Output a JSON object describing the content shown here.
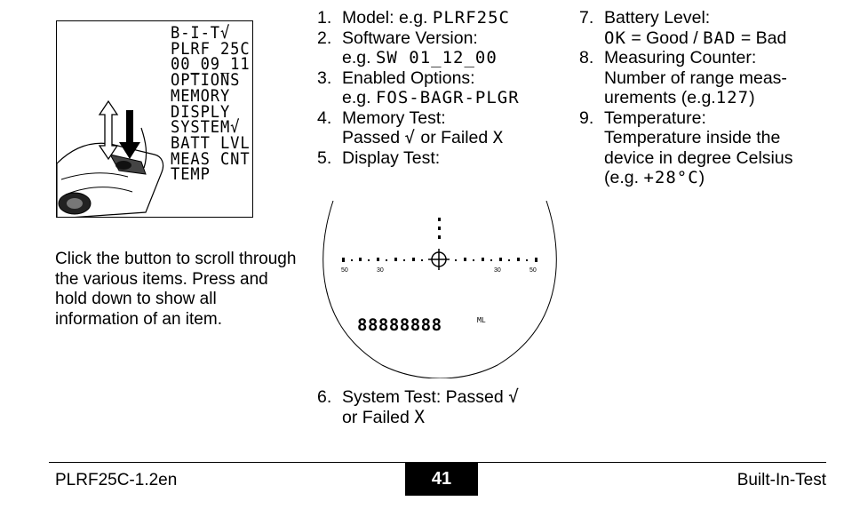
{
  "menu_items": [
    "B-I-T√",
    "PLRF 25C",
    "00_09_11",
    "OPTIONS",
    "MEMORY",
    "DISPLY",
    "SYSTEM√",
    "BATT LVL",
    "MEAS CNT",
    "TEMP"
  ],
  "left_caption": "Click the button to scroll through the various items. Press and hold down to show all information of an item.",
  "items": {
    "i1": {
      "num": "1.",
      "text": "Model: e.g.",
      "code": "PLRF25C"
    },
    "i2": {
      "num": "2.",
      "text": "Software Version:",
      "prefix": "e.g.",
      "code": "SW 01_12_00"
    },
    "i3": {
      "num": "3.",
      "text": "Enabled Options:",
      "prefix": "e.g.",
      "code": "FOS-BAGR-PLGR"
    },
    "i4": {
      "num": "4.",
      "text": "Memory Test:",
      "passed": "Passed",
      "or_failed": "or Failed",
      "check": "√",
      "cross": "X"
    },
    "i5": {
      "num": "5.",
      "text": "Display Test:"
    },
    "i6": {
      "num": "6.",
      "text": "System Test: Passed",
      "or_failed": "or Failed",
      "check": "√",
      "cross": "X"
    },
    "i7": {
      "num": "7.",
      "text": "Battery Level:",
      "ok_code": "OK",
      "ok_text": "= Good /",
      "bad_code": "BAD",
      "bad_text": "= Bad"
    },
    "i8": {
      "num": "8.",
      "text": "Measuring Counter:",
      "line2": "Number of range meas-",
      "line3_pre": "urements (e.g.",
      "code": "127",
      "line3_post": ")"
    },
    "i9": {
      "num": "9.",
      "text": "Temperature:",
      "line2": "Temperature inside the",
      "line3": "device in degree Celsius",
      "line4_pre": "(e.g.",
      "code": "+28°C",
      "line4_post": ")"
    }
  },
  "display_test": {
    "scale_labels": [
      "50",
      "30",
      "30",
      "50"
    ],
    "segment_row": "88888888",
    "segment_suffix": "ML"
  },
  "footer": {
    "doc_id": "PLRF25C-1.2en",
    "page_number": "41",
    "section": "Built-In-Test"
  }
}
